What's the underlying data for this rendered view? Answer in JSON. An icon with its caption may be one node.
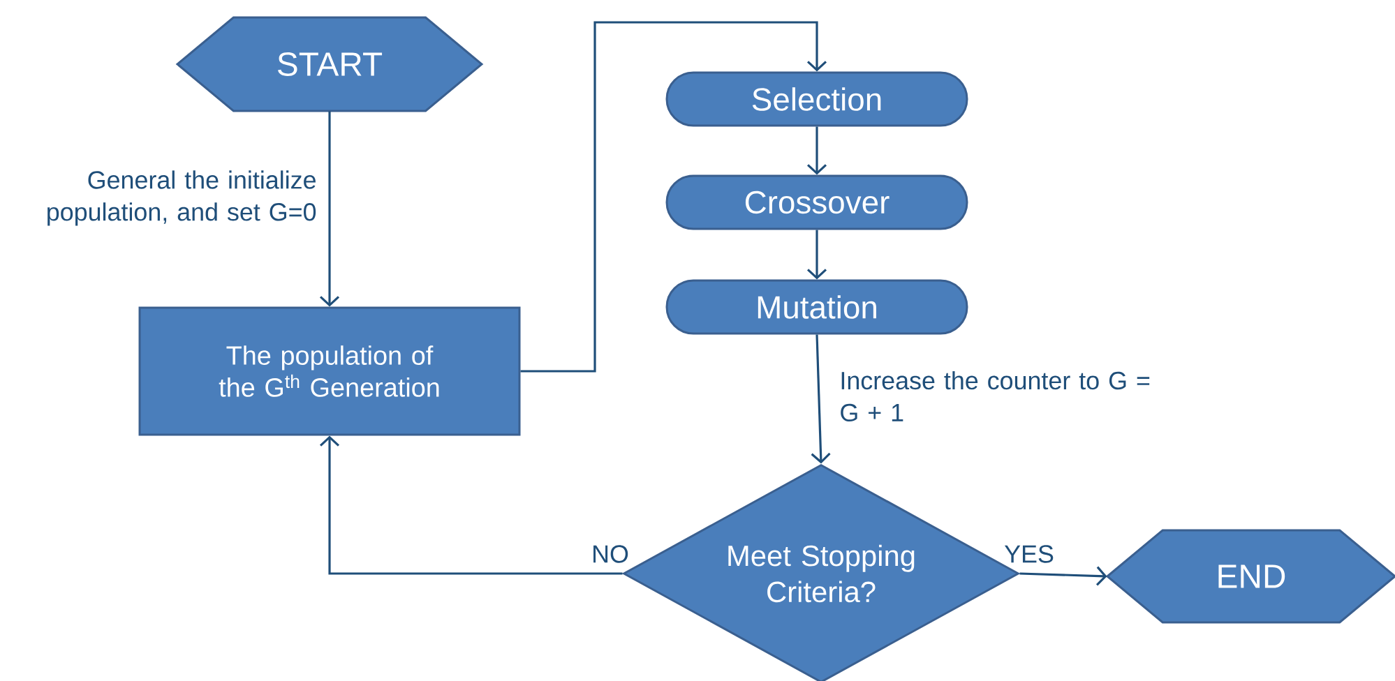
{
  "diagram": {
    "nodes": [
      {
        "text": [
          "START"
        ]
      },
      {
        "text": [
          "The population of the G$^{th}$ Generation"
        ]
      },
      {
        "text": [
          "Selection"
        ]
      },
      {
        "text": [
          "Crossover"
        ]
      },
      {
        "text": [
          "Mutation"
        ]
      },
      {
        "text": [
          "Meet Stopping Criteria?"
        ]
      },
      {
        "text": [
          "END"
        ]
      }
    ],
    "edges": [
      {
        "from": 0,
        "to": 1,
        "arrow": "to",
        "label": "General the initialize population, and set G=0"
      },
      {
        "from": 1,
        "to": 2,
        "arrow": "to"
      },
      {
        "from": 2,
        "to": 3,
        "arrow": "to"
      },
      {
        "from": 3,
        "to": 4,
        "arrow": "to"
      },
      {
        "from": 4,
        "to": 5,
        "arrow": "to",
        "label": "Increase the counter to G = G + 1"
      },
      {
        "from": 5,
        "to": 1,
        "arrow": "to",
        "label": "NO"
      },
      {
        "from": 5,
        "to": 6,
        "arrow": "to",
        "label": "YES"
      }
    ]
  }
}
